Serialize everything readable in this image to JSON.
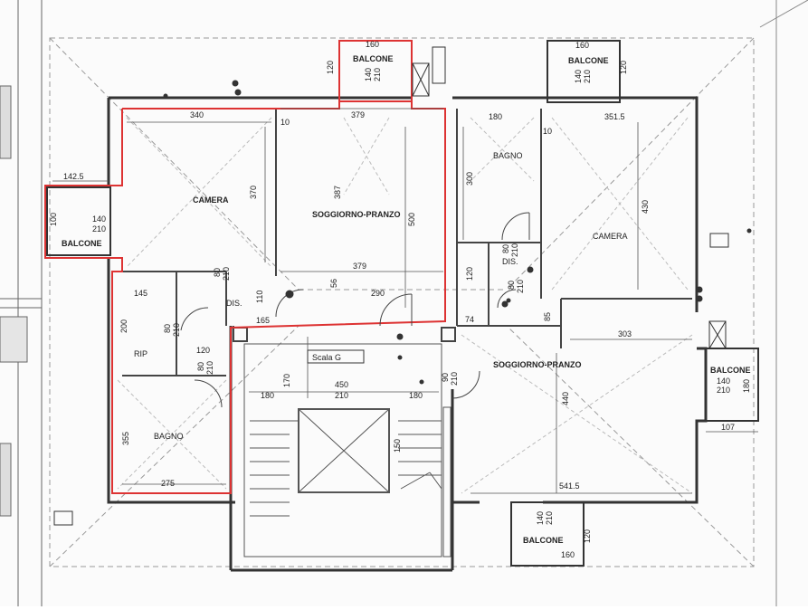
{
  "rooms": {
    "camera_left": "CAMERA",
    "soggiorno_left": "SOGGIORNO-PRANZO",
    "bagno_top": "BAGNO",
    "camera_right": "CAMERA",
    "soggiorno_right": "SOGGIORNO-PRANZO",
    "bagno_bottom": "BAGNO",
    "rip": "RIP",
    "dis_left": "DIS.",
    "dis_right": "DIS.",
    "scala": "Scala G"
  },
  "balconies": {
    "top_center": {
      "label": "BALCONE",
      "w": "160",
      "h1": "140",
      "h2": "210",
      "side": "120"
    },
    "top_right": {
      "label": "BALCONE",
      "w": "160",
      "h1": "140",
      "h2": "210",
      "side": "120"
    },
    "left": {
      "label": "BALCONE",
      "w": "142.5",
      "h1": "140",
      "h2": "210",
      "side": "100"
    },
    "right": {
      "label": "BALCONE",
      "h1": "140",
      "h2": "210",
      "side": "180",
      "w": "107"
    },
    "bottom": {
      "label": "BALCONE",
      "w": "160",
      "h1": "140",
      "h2": "210",
      "side": "120"
    }
  },
  "dims": {
    "d340": "340",
    "d10a": "10",
    "d379a": "379",
    "d180a": "180",
    "d10b": "10",
    "d351": "351.5",
    "d370": "370",
    "d387": "387",
    "d500": "500",
    "d300": "300",
    "d430": "430",
    "d379b": "379",
    "d290": "290",
    "d120a": "120",
    "d110": "110",
    "d165": "165",
    "d145": "145",
    "d56": "56",
    "d74": "74",
    "d85": "85",
    "d303": "303",
    "d200": "200",
    "d120b": "120",
    "d355": "355",
    "d275": "275",
    "d170": "170",
    "d450": "450",
    "d210": "210",
    "d180b": "180",
    "d180c": "180",
    "d150": "150",
    "d440": "440",
    "d541": "541.5",
    "d80a": "80",
    "d210a": "210",
    "d80b": "80",
    "d210b": "210",
    "d80c": "80",
    "d210c": "210",
    "d80d": "80",
    "d210d": "210",
    "d90": "90",
    "d210e": "210",
    "d80e": "80",
    "d210f": "210"
  }
}
